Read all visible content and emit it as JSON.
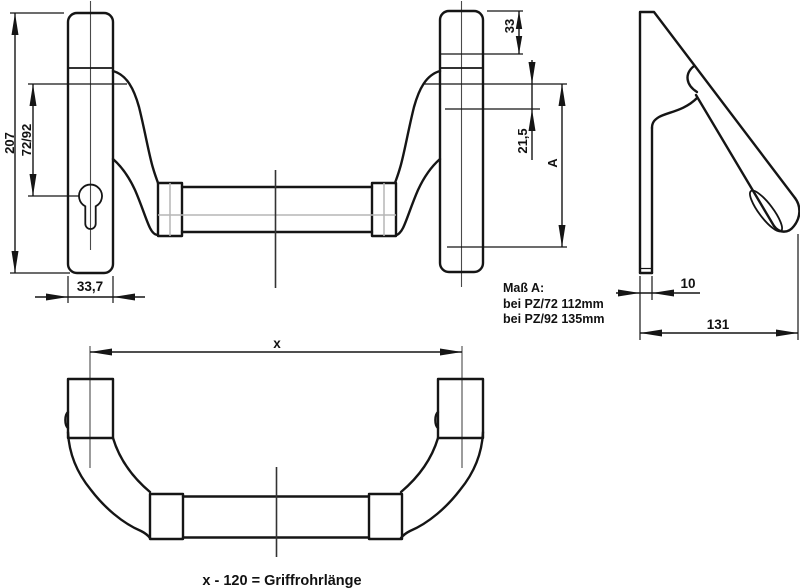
{
  "drawing": {
    "labels": {
      "height_overall": "207",
      "pz_distance": "72/92",
      "plate_width": "33,7",
      "top_offset": "33",
      "axis_offset": "21,5",
      "dim_a": "A",
      "grip_span": "x",
      "plate_depth": "10",
      "projection": "131"
    },
    "note": {
      "title": "Maß A:",
      "pz72": "bei PZ/72 112mm",
      "pz92": "bei PZ/92 135mm"
    },
    "caption": "x - 120 = Griffrohrlänge",
    "colors": {
      "line": "#151515",
      "centerline": "#4a4a4a",
      "auxiliary": "#b5b5b5",
      "background": "#ffffff"
    }
  }
}
